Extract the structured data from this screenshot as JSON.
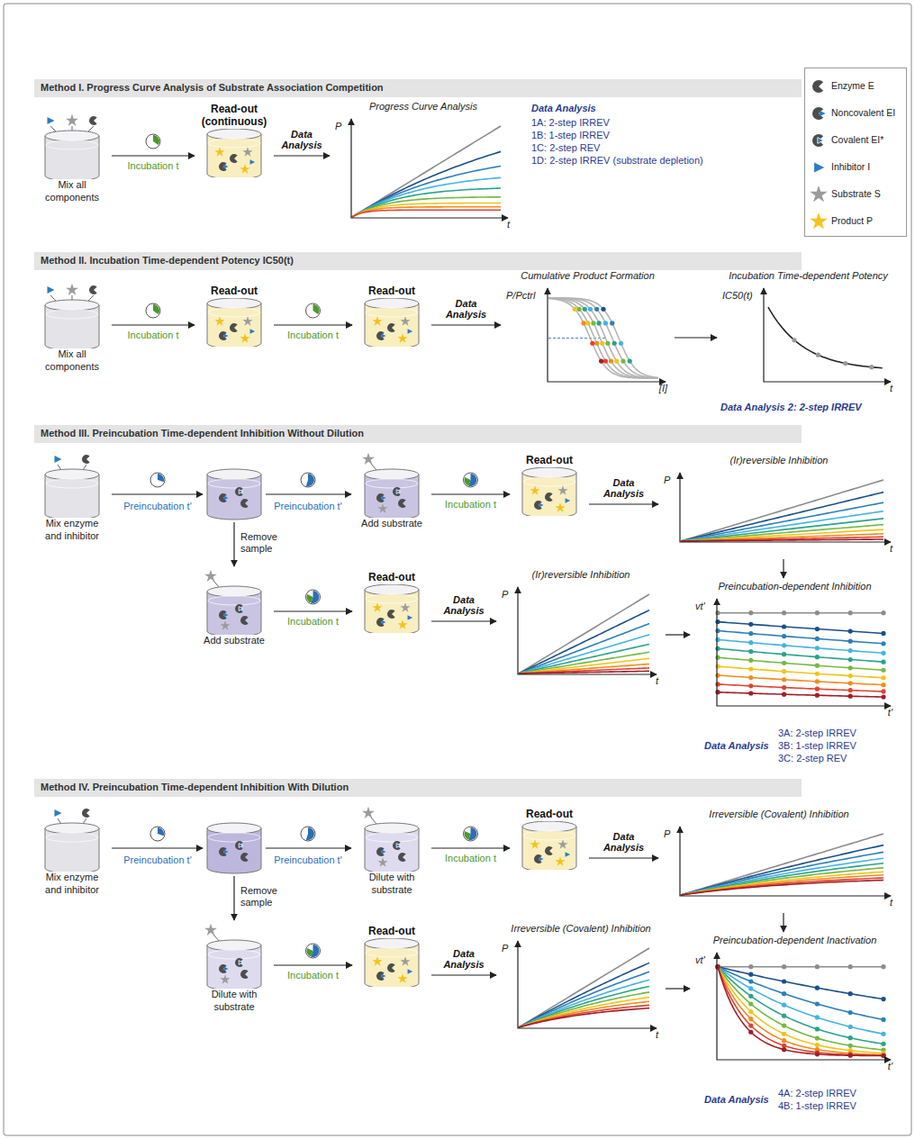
{
  "diagram": {
    "nodes": [
      {
        "text": [
          "Method I. Progress Curve Analysis of Substrate Association Competition"
        ]
      },
      {
        "text": [
          "Mix all components"
        ],
        "in": 0
      },
      {
        "text": [
          "Read-out",
          "(continuous)"
        ],
        "in": 0
      },
      {
        "text": [
          "Progress Curve Analysis",
          "P",
          "t"
        ],
        "in": 0
      },
      {
        "text": [
          "Method II. Incubation Time-dependent Potency IC50(t)"
        ]
      },
      {
        "text": [
          "Mix all components"
        ],
        "in": 4
      },
      {
        "text": [
          "Read-out"
        ],
        "in": 4
      },
      {
        "text": [
          "Read-out"
        ],
        "in": 4
      },
      {
        "text": [
          "Cumulative Product Formation",
          "P/Pctrl",
          "[I]"
        ],
        "in": 4
      },
      {
        "text": [
          "Incubation Time-dependent Potency",
          "IC50(t)",
          "t"
        ],
        "in": 4
      },
      {
        "text": [
          "Method III. Preincubation Time-dependent Inhibition Without Dilution"
        ]
      },
      {
        "text": [
          "Mix enzyme and inhibitor"
        ],
        "in": 10
      },
      {
        "text": [
          "Add substrate"
        ],
        "in": 10
      },
      {
        "text": [
          "Read-out"
        ],
        "in": 10
      },
      {
        "text": [
          "(Ir)reversible Inhibition",
          "P",
          "t"
        ],
        "in": 10
      },
      {
        "text": [
          "Add substrate"
        ],
        "in": 10
      },
      {
        "text": [
          "Read-out"
        ],
        "in": 10
      },
      {
        "text": [
          "(Ir)reversible Inhibition",
          "P",
          "t"
        ],
        "in": 10
      },
      {
        "text": [
          "Preincubation-dependent Inhibition",
          "vt'",
          "t'"
        ],
        "in": 10
      },
      {
        "text": [
          "Method IV. Preincubation Time-dependent Inhibition With Dilution"
        ]
      },
      {
        "text": [
          "Mix enzyme and inhibitor"
        ],
        "in": 19
      },
      {
        "text": [
          "Dilute with substrate"
        ],
        "in": 19
      },
      {
        "text": [
          "Read-out"
        ],
        "in": 19
      },
      {
        "text": [
          "Irreversible (Covalent) Inhibition",
          "P",
          "t"
        ],
        "in": 19
      },
      {
        "text": [
          "Dilute with substrate"
        ],
        "in": 19
      },
      {
        "text": [
          "Read-out"
        ],
        "in": 19
      },
      {
        "text": [
          "Irreversible (Covalent) Inhibition",
          "P",
          "t"
        ],
        "in": 19
      },
      {
        "text": [
          "Preincubation-dependent Inactivation",
          "vt'",
          "t'"
        ],
        "in": 19
      }
    ],
    "edges": [
      {
        "from": 1,
        "to": 2,
        "arrow": "to",
        "label": "Incubation t"
      },
      {
        "from": 2,
        "to": 3,
        "arrow": "to",
        "label": "Data Analysis"
      },
      {
        "from": 5,
        "to": 6,
        "arrow": "to",
        "label": "Incubation t"
      },
      {
        "from": 6,
        "to": 7,
        "arrow": "to",
        "label": "Incubation t"
      },
      {
        "from": 7,
        "to": 8,
        "arrow": "to",
        "label": "Data Analysis"
      },
      {
        "from": 8,
        "to": 9,
        "arrow": "to"
      },
      {
        "from": 12,
        "to": 13,
        "arrow": "to",
        "label": "Incubation t"
      },
      {
        "from": 13,
        "to": 14,
        "arrow": "to",
        "label": "Data Analysis"
      },
      {
        "from": 15,
        "to": 16,
        "arrow": "to",
        "label": "Incubation t"
      },
      {
        "from": 16,
        "to": 17,
        "arrow": "to",
        "label": "Data Analysis"
      },
      {
        "from": 14,
        "to": 18,
        "arrow": "to"
      },
      {
        "from": 17,
        "to": 18,
        "arrow": "to"
      },
      {
        "from": 21,
        "to": 22,
        "arrow": "to",
        "label": "Incubation t"
      },
      {
        "from": 22,
        "to": 23,
        "arrow": "to",
        "label": "Data Analysis"
      },
      {
        "from": 24,
        "to": 25,
        "arrow": "to",
        "label": "Incubation t"
      },
      {
        "from": 25,
        "to": 26,
        "arrow": "to",
        "label": "Data Analysis"
      },
      {
        "from": 23,
        "to": 27,
        "arrow": "to"
      },
      {
        "from": 26,
        "to": 27,
        "arrow": "to"
      }
    ],
    "labels": [
      "Preincubation t'",
      "Preincubation t'",
      "Remove sample",
      "Preincubation t'",
      "Preincubation t'",
      "Remove sample",
      "Data Analysis",
      "1A: 2-step IRREV",
      "1B: 1-step IRREV",
      "1C: 2-step REV",
      "1D: 2-step IRREV (substrate depletion)",
      "Data Analysis 2: 2-step IRREV",
      "Data Analysis",
      "3A: 2-step IRREV",
      "3B: 1-step IRREV",
      "3C: 2-step REV",
      "Data Analysis",
      "4A: 2-step IRREV",
      "4B: 1-step IRREV"
    ],
    "legend": [
      {
        "text": "Enzyme E"
      },
      {
        "text": "Noncovalent EI"
      },
      {
        "text": "Covalent EI*"
      },
      {
        "text": "Inhibitor I"
      },
      {
        "text": "Substrate S"
      },
      {
        "text": "Product P"
      }
    ]
  }
}
